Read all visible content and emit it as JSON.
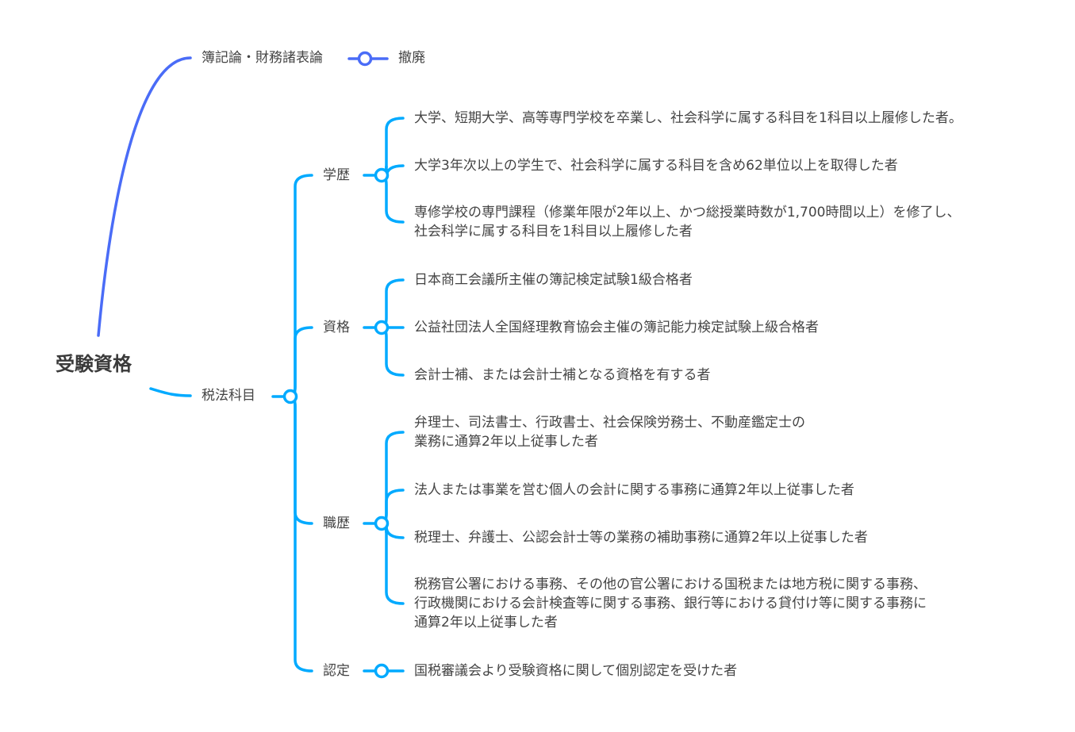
{
  "root": {
    "label": "受験資格"
  },
  "colors": {
    "branch1": "#4a6cf7",
    "branch2": "#00aaff",
    "text": "#444444"
  },
  "branches": [
    {
      "label": "簿記論・財務諸表論",
      "children": [
        {
          "label": "撤廃"
        }
      ]
    },
    {
      "label": "税法科目",
      "categories": [
        {
          "label": "学歴",
          "items": [
            "大学、短期大学、高等専門学校を卒業し、社会科学に属する科目を1科目以上履修した者。",
            "大学3年次以上の学生で、社会科学に属する科目を含め62単位以上を取得した者",
            "専修学校の専門課程（修業年限が2年以上、かつ総授業時数が1,700時間以上）を修了し、\n社会科学に属する科目を1科目以上履修した者"
          ]
        },
        {
          "label": "資格",
          "items": [
            "日本商工会議所主催の簿記検定試験1級合格者",
            "公益社団法人全国経理教育協会主催の簿記能力検定試験上級合格者",
            "会計士補、または会計士補となる資格を有する者"
          ]
        },
        {
          "label": "職歴",
          "items": [
            "弁理士、司法書士、行政書士、社会保険労務士、不動産鑑定士の\n業務に通算2年以上従事した者",
            "法人または事業を営む個人の会計に関する事務に通算2年以上従事した者",
            "税理士、弁護士、公認会計士等の業務の補助事務に通算2年以上従事した者",
            "税務官公署における事務、その他の官公署における国税または地方税に関する事務、\n行政機関における会計検査等に関する事務、銀行等における貸付け等に関する事務に\n通算2年以上従事した者"
          ]
        },
        {
          "label": "認定",
          "items": [
            "国税審議会より受験資格に関して個別認定を受けた者"
          ]
        }
      ]
    }
  ]
}
